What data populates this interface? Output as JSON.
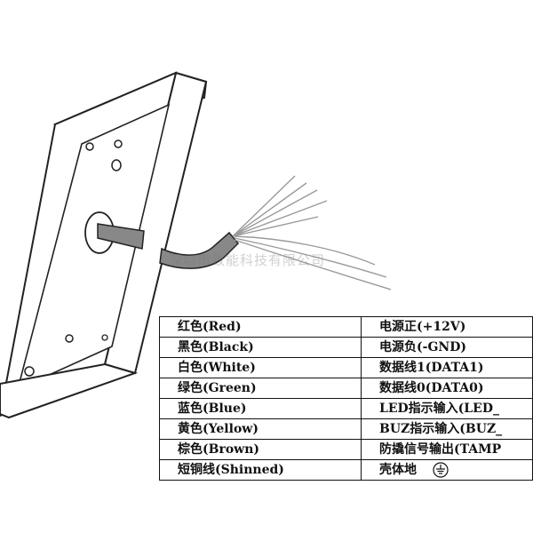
{
  "watermark": "深圳市致能科技有限公司",
  "wire_table": {
    "rows": [
      {
        "color": "红色(Red)",
        "function": "电源正(+12V)"
      },
      {
        "color": "黑色(Black)",
        "function": "电源负(-GND)"
      },
      {
        "color": "白色(White)",
        "function": "数据线1(DATA1)"
      },
      {
        "color": "绿色(Green)",
        "function": "数据线0(DATA0)"
      },
      {
        "color": "蓝色(Blue)",
        "function": "LED指示输入(LED_"
      },
      {
        "color": "黄色(Yellow)",
        "function": "BUZ指示输入(BUZ_"
      },
      {
        "color": "棕色(Brown)",
        "function": "防撬信号输出(TAMP"
      },
      {
        "color": "短铜线(Shinned)",
        "function": "壳体地"
      }
    ]
  },
  "icons": {
    "ground": "ground-symbol-icon"
  }
}
